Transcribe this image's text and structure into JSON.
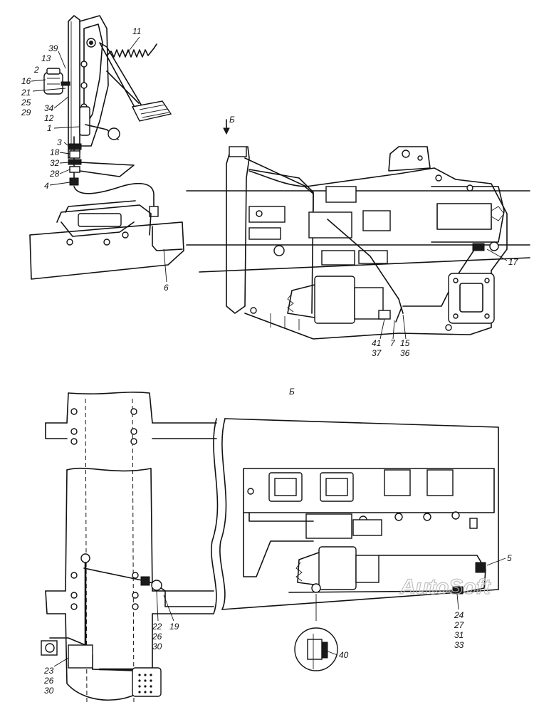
{
  "view_labels": {
    "arrow_view": "Б",
    "section_view": "Б"
  },
  "callouts_top_left": [
    "11",
    "39",
    "13",
    "2",
    "16",
    "21",
    "25",
    "29",
    "34",
    "12",
    "1",
    "3",
    "18",
    "32",
    "28",
    "4",
    "6"
  ],
  "callouts_top_right": [
    "17",
    "41",
    "37",
    "7",
    "15",
    "36"
  ],
  "callouts_bottom": [
    "5",
    "22",
    "26",
    "30",
    "19",
    "23",
    "26",
    "30",
    "24",
    "27",
    "31",
    "33",
    "40"
  ],
  "watermark": "AutoSoft"
}
